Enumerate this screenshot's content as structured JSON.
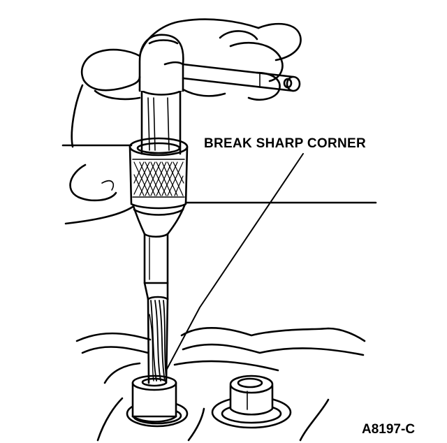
{
  "diagram": {
    "callout": "BREAK SHARP CORNER",
    "figure_id": "A8197-C",
    "ink_color": "#000000",
    "background": "#ffffff",
    "depicts": [
      "hand",
      "tap-wrench",
      "knurled-chuck",
      "reamer",
      "bushing",
      "cylinder-head-casting"
    ]
  }
}
